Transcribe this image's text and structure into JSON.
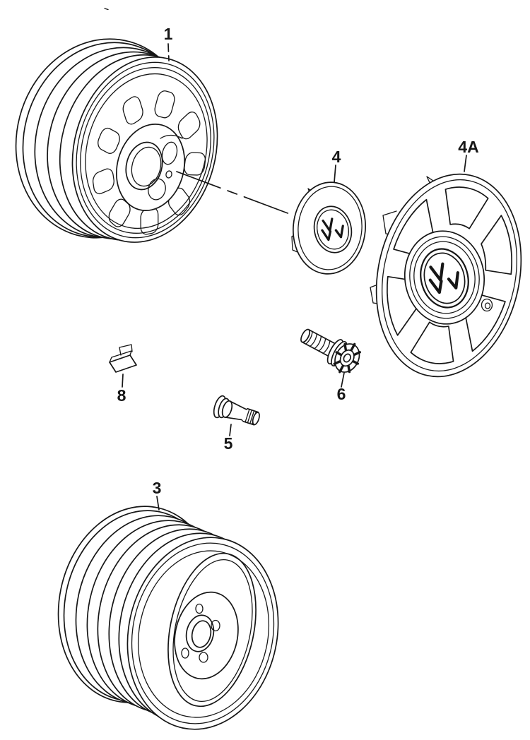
{
  "document": {
    "kind": "parts-diagram",
    "description": "exploded line drawing of wheels, wheel trims, bolt, valve and balance weight"
  },
  "colors": {
    "background": "#ffffff",
    "ink": "#161616"
  },
  "parts": {
    "wheel_steel": {
      "label": "1"
    },
    "wheel_spare": {
      "label": "3"
    },
    "center_cap": {
      "label": "4"
    },
    "wheel_cover": {
      "label": "4A"
    },
    "valve": {
      "label": "5"
    },
    "bolt": {
      "label": "6"
    },
    "balance_weight": {
      "label": "8"
    }
  }
}
